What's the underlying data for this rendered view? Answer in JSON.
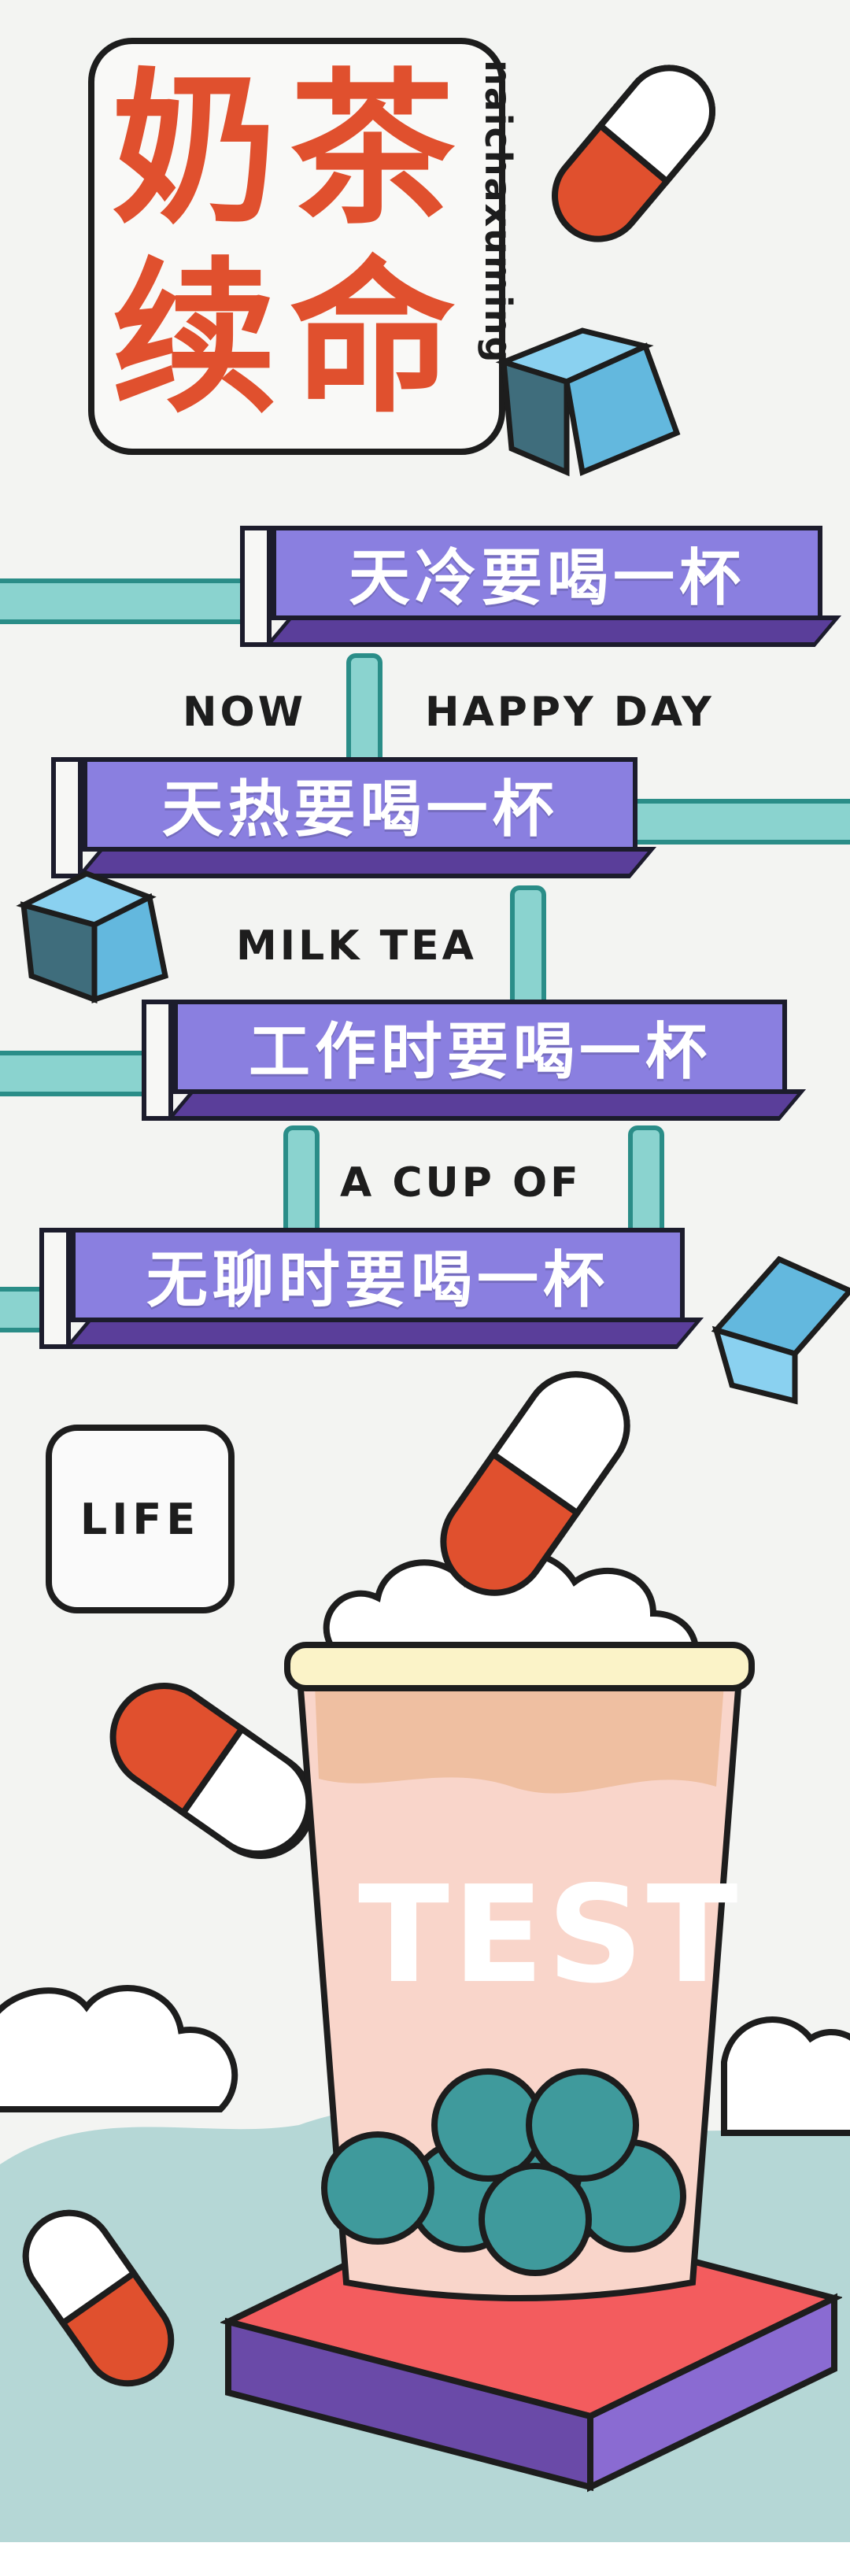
{
  "title": {
    "line1_a": "奶",
    "line1_b": "茶",
    "line2_a": "续",
    "line2_b": "命",
    "pinyin": "naichaxuming"
  },
  "banners": [
    {
      "text": "天冷要喝一杯"
    },
    {
      "text": "天热要喝一杯"
    },
    {
      "text": "工作时要喝一杯"
    },
    {
      "text": "无聊时要喝一杯"
    }
  ],
  "labels": {
    "now": "NOW",
    "happy_day": "HAPPY DAY",
    "milk_tea": "MILK TEA",
    "a_cup_of": "A CUP OF",
    "life": "LIFE"
  },
  "cup": {
    "text": "TEST"
  },
  "colors": {
    "accent_red": "#e0502e",
    "banner_purple": "#8a7fe0",
    "banner_dark": "#5a3e9a",
    "cube_blue": "#63b8de",
    "pearl_teal": "#3f9a9c"
  }
}
